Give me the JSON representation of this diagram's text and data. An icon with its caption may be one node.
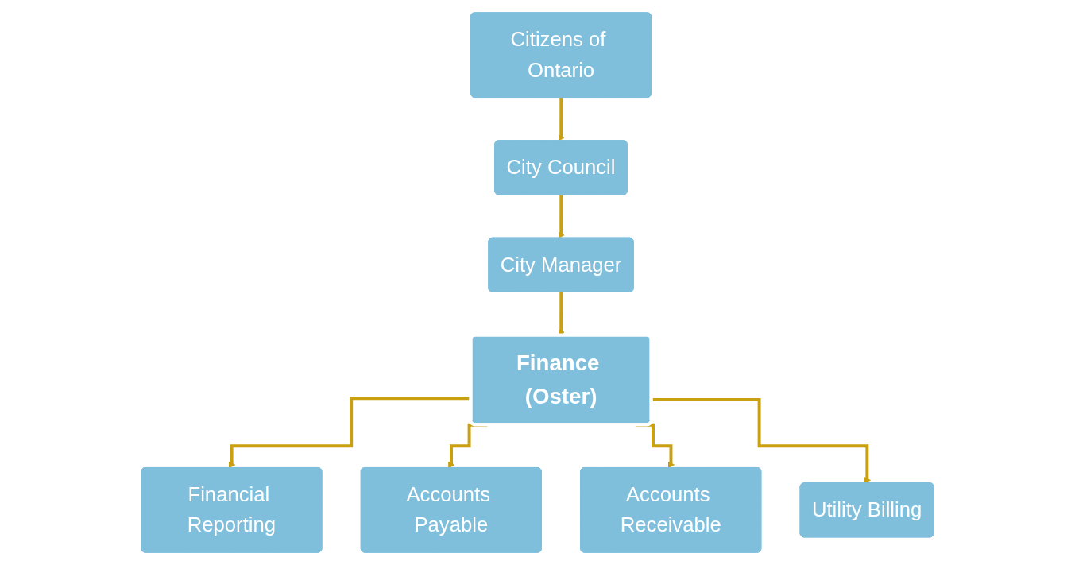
{
  "diagram": {
    "nodes": [
      {
        "text": [
          "Citizens of Ontario"
        ]
      },
      {
        "text": [
          "City Council"
        ]
      },
      {
        "text": [
          "City Manager"
        ]
      },
      {
        "text": [
          "Finance (Oster)"
        ]
      },
      {
        "text": [
          "Financial Reporting"
        ]
      },
      {
        "text": [
          "Accounts Payable"
        ]
      },
      {
        "text": [
          "Accounts Receivable"
        ]
      },
      {
        "text": [
          "Utility Billing"
        ]
      }
    ],
    "edges": [
      {
        "from": 0,
        "to": 1,
        "arrow": "to"
      },
      {
        "from": 1,
        "to": 2,
        "arrow": "to"
      },
      {
        "from": 2,
        "to": 3,
        "arrow": "to"
      },
      {
        "from": 3,
        "to": 4,
        "arrow": "to"
      },
      {
        "from": 3,
        "to": 5,
        "arrow": "to"
      },
      {
        "from": 3,
        "to": 6,
        "arrow": "to"
      },
      {
        "from": 3,
        "to": 7,
        "arrow": "to"
      }
    ]
  }
}
